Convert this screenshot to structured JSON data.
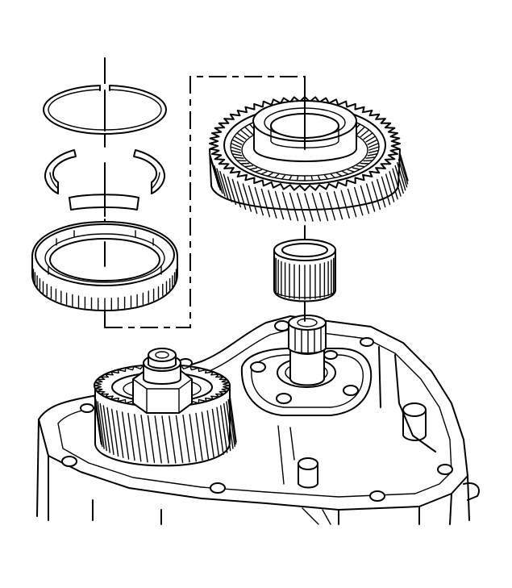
{
  "figure": {
    "parts": [
      {
        "id": "snap-ring",
        "icon": "snap-ring-icon"
      },
      {
        "id": "synchronizer-inner-ring-halves",
        "icon": "split-ring-icon"
      },
      {
        "id": "synchronizer-center-cone",
        "icon": "cone-segment-icon"
      },
      {
        "id": "synchronizer-outer-ring",
        "icon": "blocker-ring-icon"
      },
      {
        "id": "helical-gear",
        "icon": "helical-gear-icon"
      },
      {
        "id": "needle-bearing",
        "icon": "needle-bearing-icon"
      },
      {
        "id": "splined-shaft",
        "icon": "splined-shaft-icon"
      },
      {
        "id": "counter-gear-with-nut",
        "icon": "gear-nut-icon"
      },
      {
        "id": "transmission-case",
        "icon": "case-housing-icon"
      }
    ],
    "colors": {
      "line": "#000000",
      "fill": "#ffffff"
    }
  }
}
